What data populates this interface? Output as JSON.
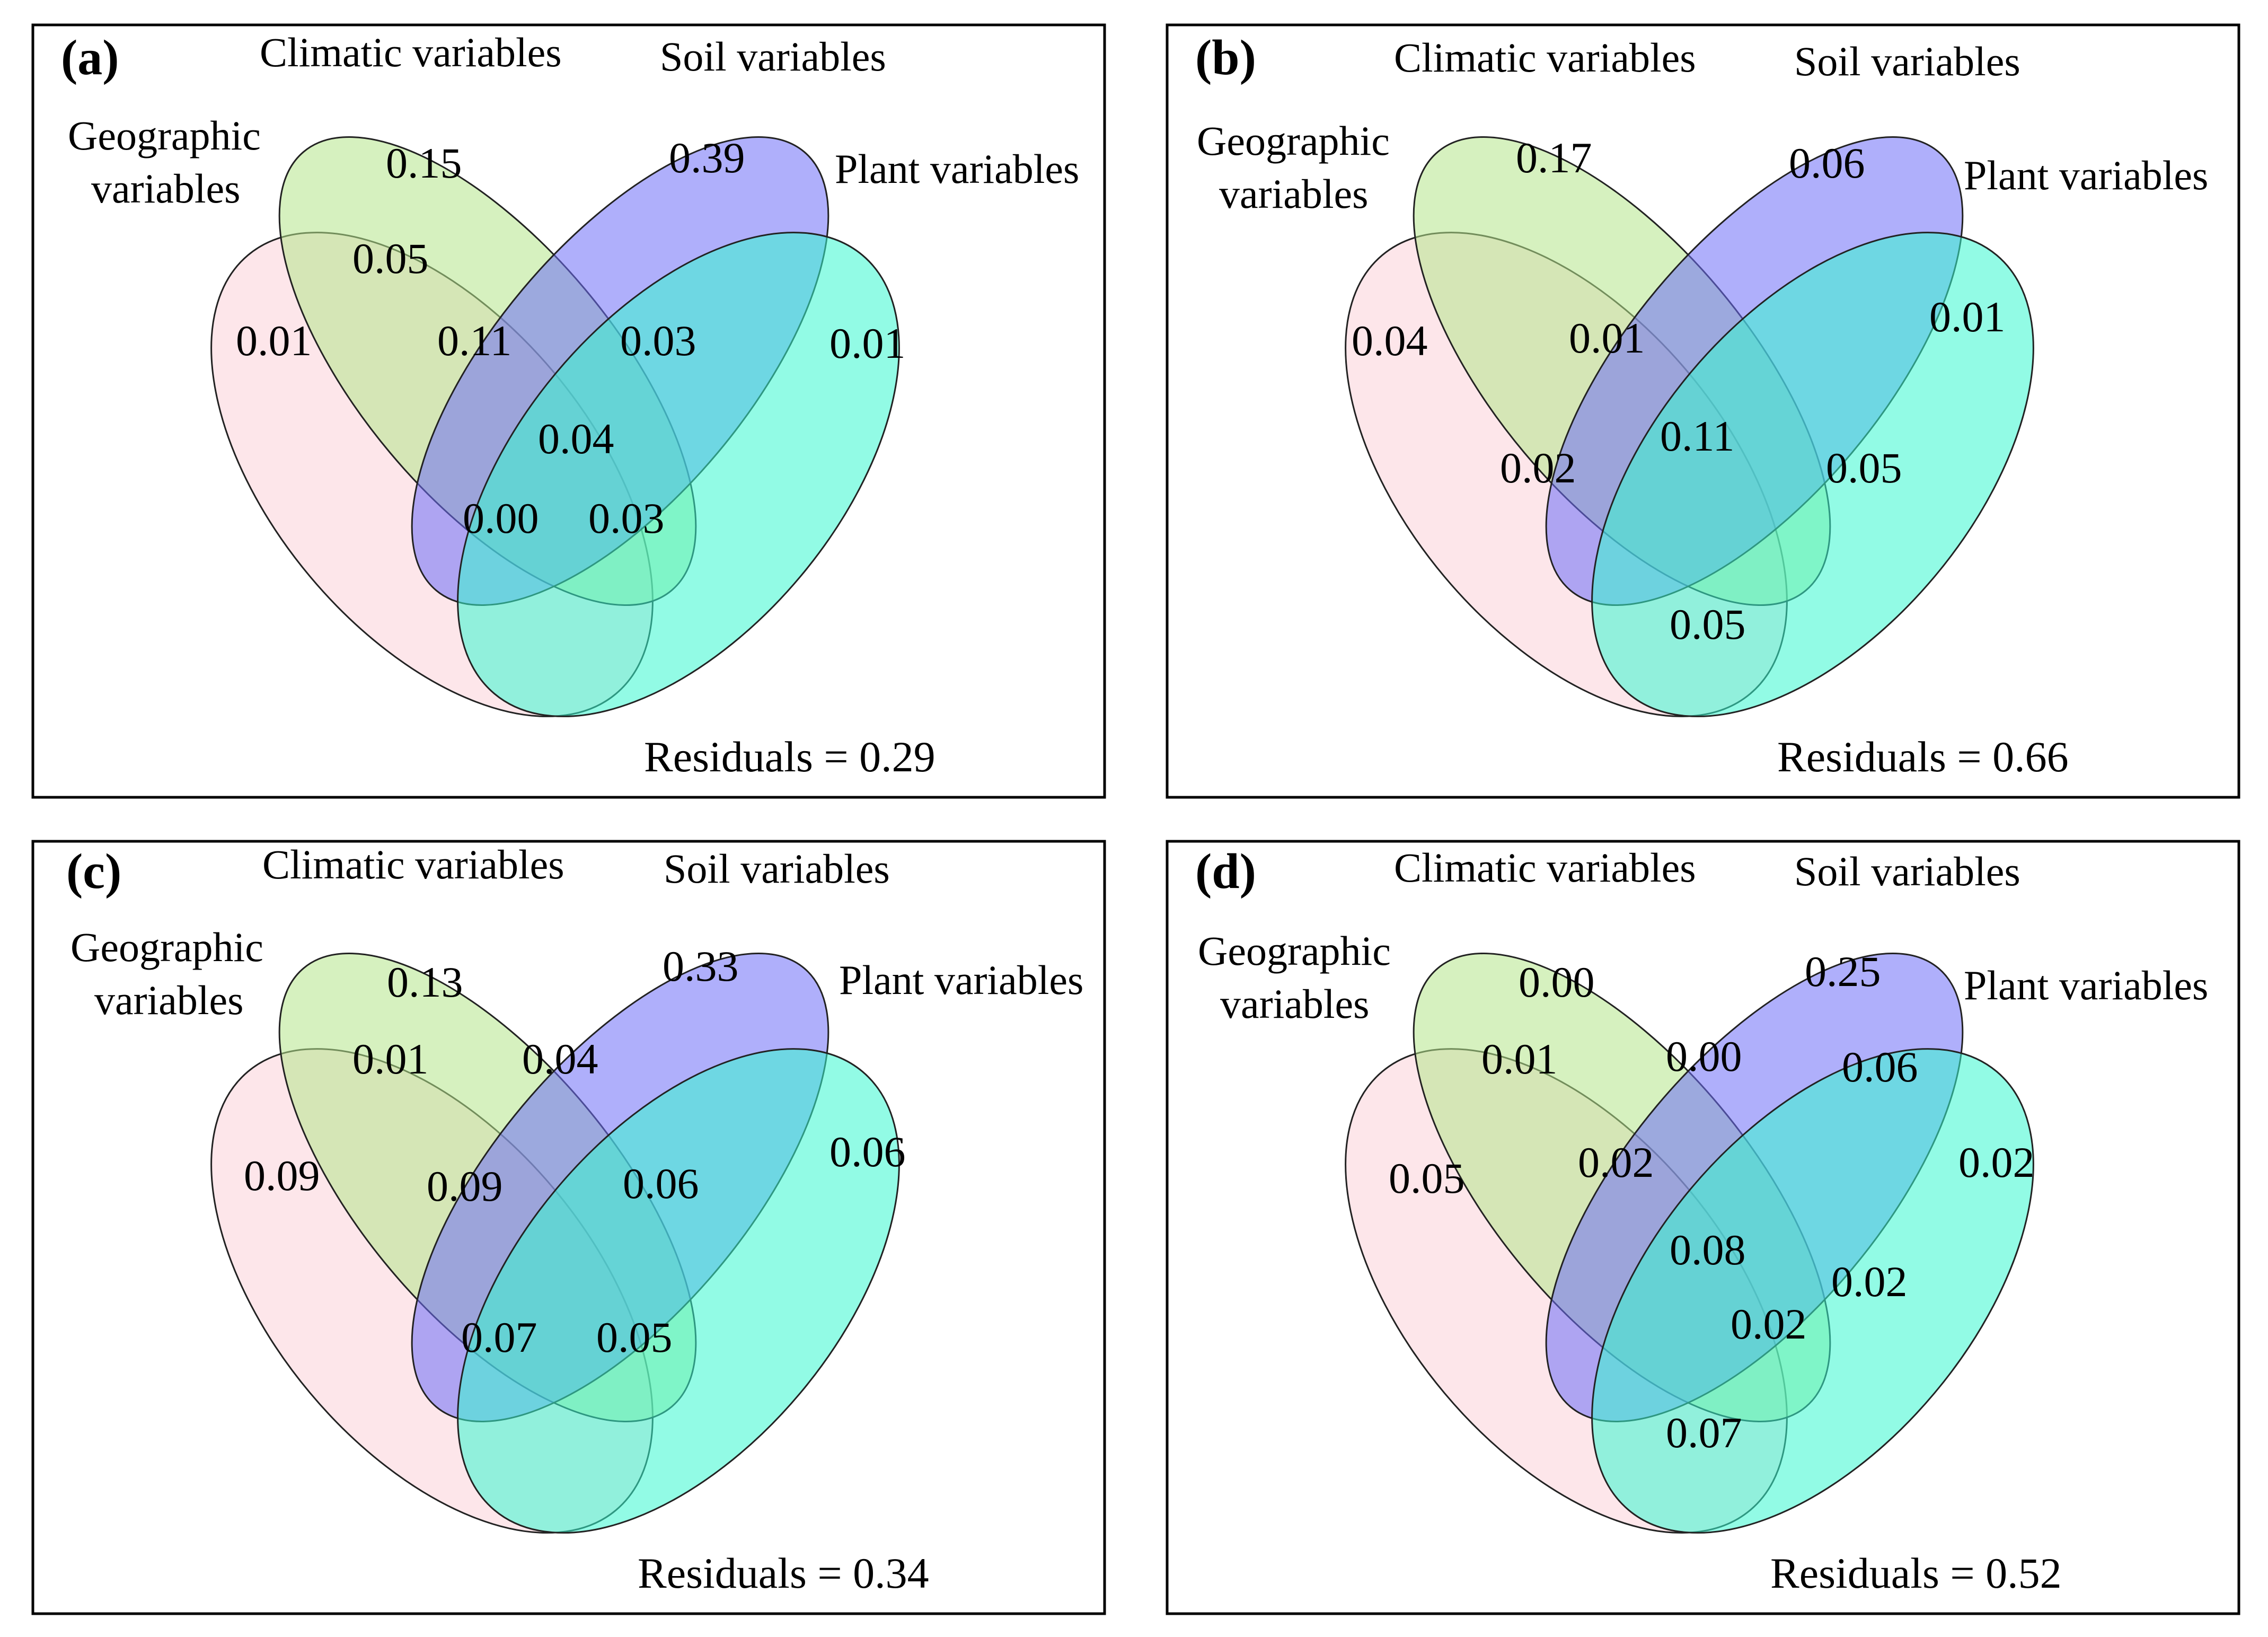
{
  "colors": {
    "geographic": "#fcd2d8",
    "climatic": "#b4e68a",
    "soil": "#6e6ef8",
    "plant": "#38f8d0"
  },
  "panels": [
    {
      "letter": "(a)",
      "labels": {
        "climatic": "Climatic variables",
        "soil": "Soil variables",
        "geographic_line1": "Geographic",
        "geographic_line2": "variables",
        "plant": "Plant variables"
      },
      "values": {
        "climatic_only": "0.15",
        "soil_only": "0.39",
        "geographic_only": "0.01",
        "plant_only": "0.01",
        "geo_clim": "0.05",
        "geo_clim_soil": "0.11",
        "clim_soil_plant": "0.03",
        "all": "0.04",
        "geo_soil_plant": "0.00",
        "geo_clim_plant": "0.03"
      },
      "residuals": "Residuals = 0.29"
    },
    {
      "letter": "(b)",
      "labels": {
        "climatic": "Climatic variables",
        "soil": "Soil variables",
        "geographic_line1": "Geographic",
        "geographic_line2": "variables",
        "plant": "Plant variables"
      },
      "values": {
        "climatic_only": "0.17",
        "soil_only": "0.06",
        "geographic_only": "0.04",
        "plant_only": "0.01",
        "geo_clim_soil": "0.01",
        "all": "0.11",
        "geo_soil": "0.02",
        "clim_plant": "0.05",
        "geo_plant": "0.05"
      },
      "residuals": "Residuals = 0.66"
    },
    {
      "letter": "(c)",
      "labels": {
        "climatic": "Climatic variables",
        "soil": "Soil variables",
        "geographic_line1": "Geographic",
        "geographic_line2": "variables",
        "plant": "Plant variables"
      },
      "values": {
        "climatic_only": "0.13",
        "soil_only": "0.33",
        "geographic_only": "0.09",
        "plant_only": "0.06",
        "geo_clim": "0.01",
        "clim_soil": "0.04",
        "geo_clim_soil": "0.09",
        "clim_soil_plant": "0.06",
        "geo_soil_plant": "0.07",
        "geo_clim_plant": "0.05"
      },
      "residuals": "Residuals = 0.34"
    },
    {
      "letter": "(d)",
      "labels": {
        "climatic": "Climatic variables",
        "soil": "Soil variables",
        "geographic_line1": "Geographic",
        "geographic_line2": "variables",
        "plant": "Plant variables"
      },
      "values": {
        "climatic_only": "0.00",
        "soil_only": "0.25",
        "geographic_only": "0.05",
        "plant_only": "0.02",
        "geo_clim": "0.01",
        "clim_soil": "0.00",
        "soil_plant": "0.06",
        "geo_clim_soil": "0.02",
        "all": "0.08",
        "clim_plant": "0.02",
        "geo_clim_plant": "0.02",
        "geo_plant": "0.07"
      },
      "residuals": "Residuals = 0.52"
    }
  ]
}
